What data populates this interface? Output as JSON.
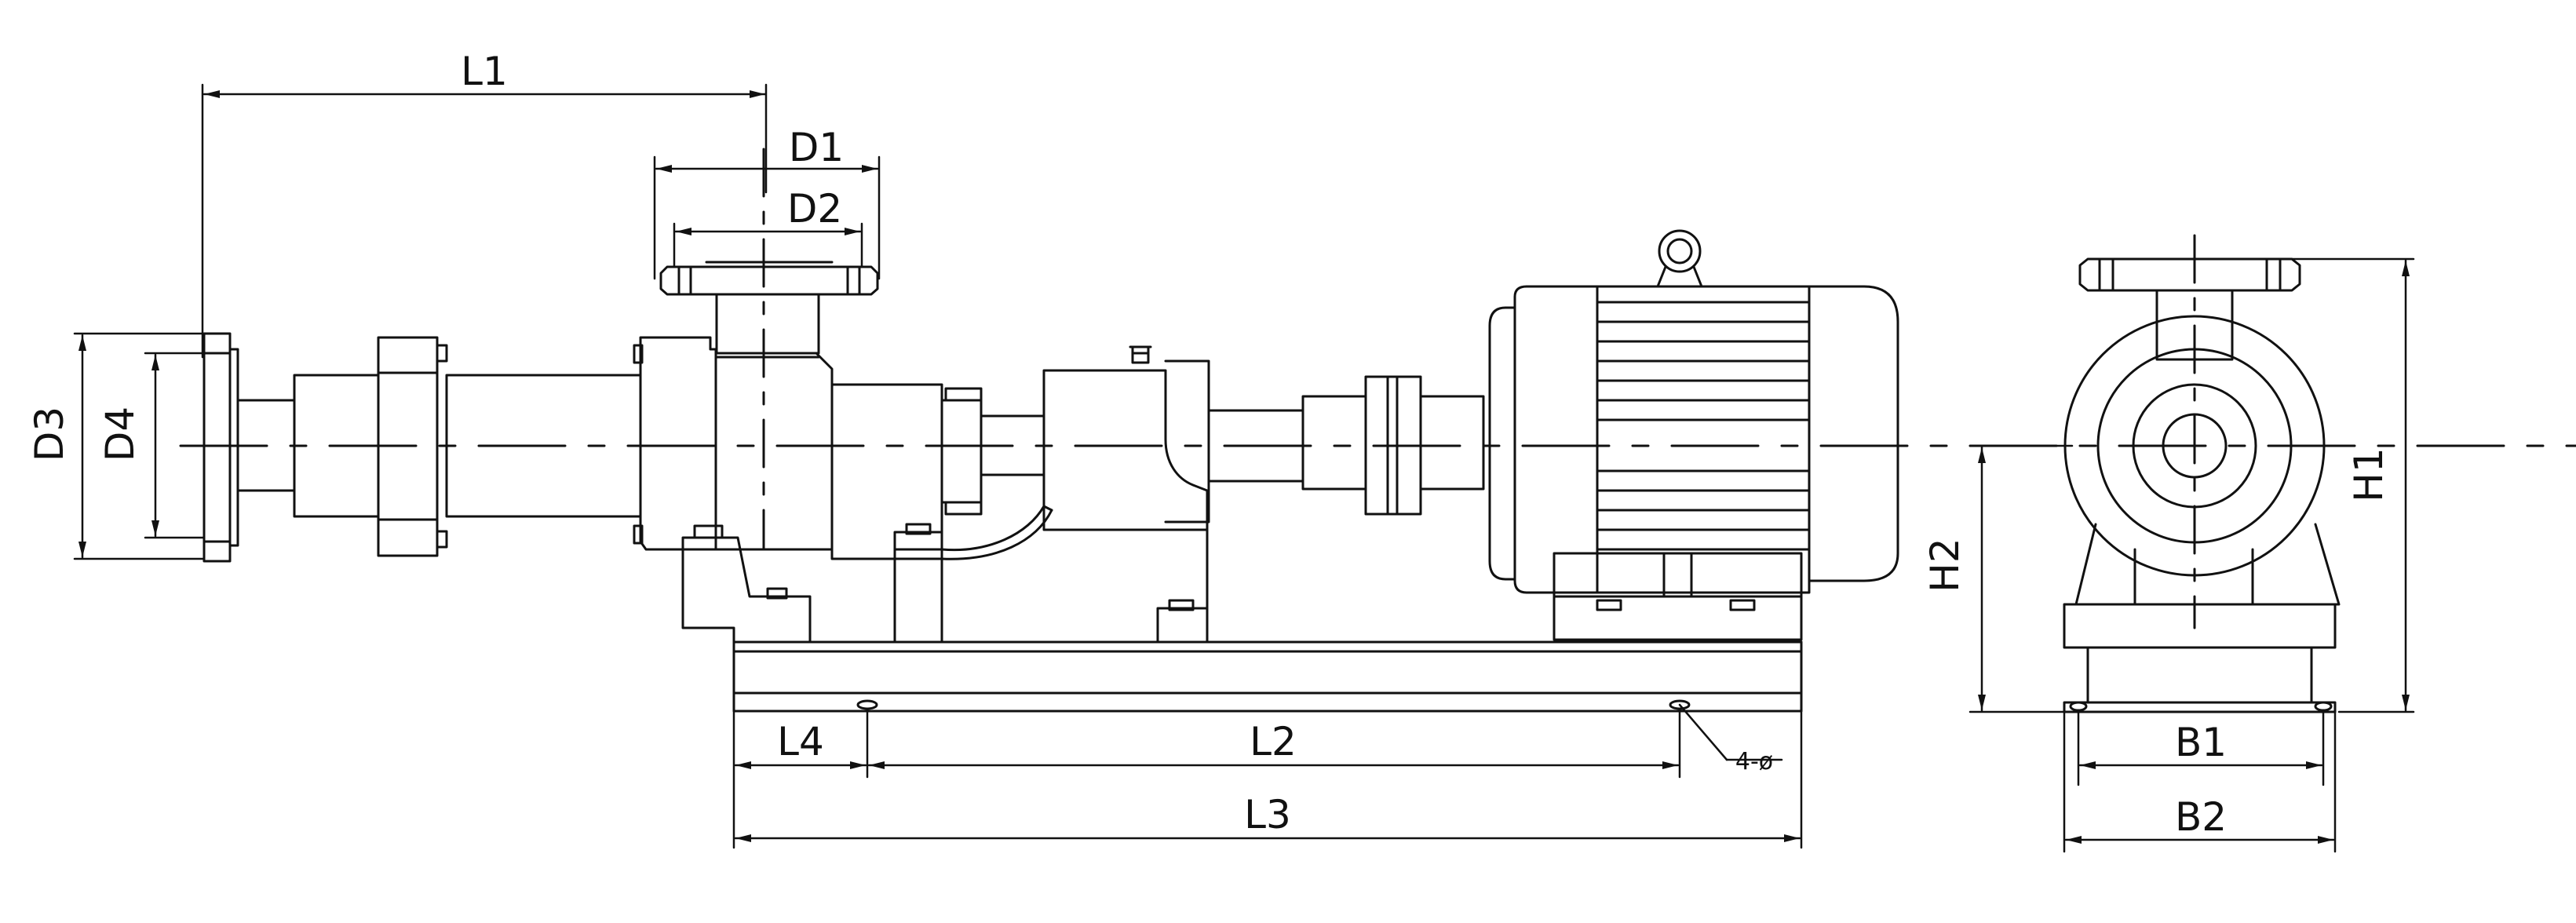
{
  "diagram": {
    "description_labels": {
      "L1": "L1",
      "L2": "L2",
      "L3": "L3",
      "L4": "L4",
      "D1": "D1",
      "D2": "D2",
      "D3": "D3",
      "D4": "D4",
      "H1": "H1",
      "H2": "H2",
      "B1": "B1",
      "B2": "B2",
      "holes": "4-ø"
    },
    "colors": {
      "line": "#111111",
      "background": "#ffffff"
    }
  }
}
